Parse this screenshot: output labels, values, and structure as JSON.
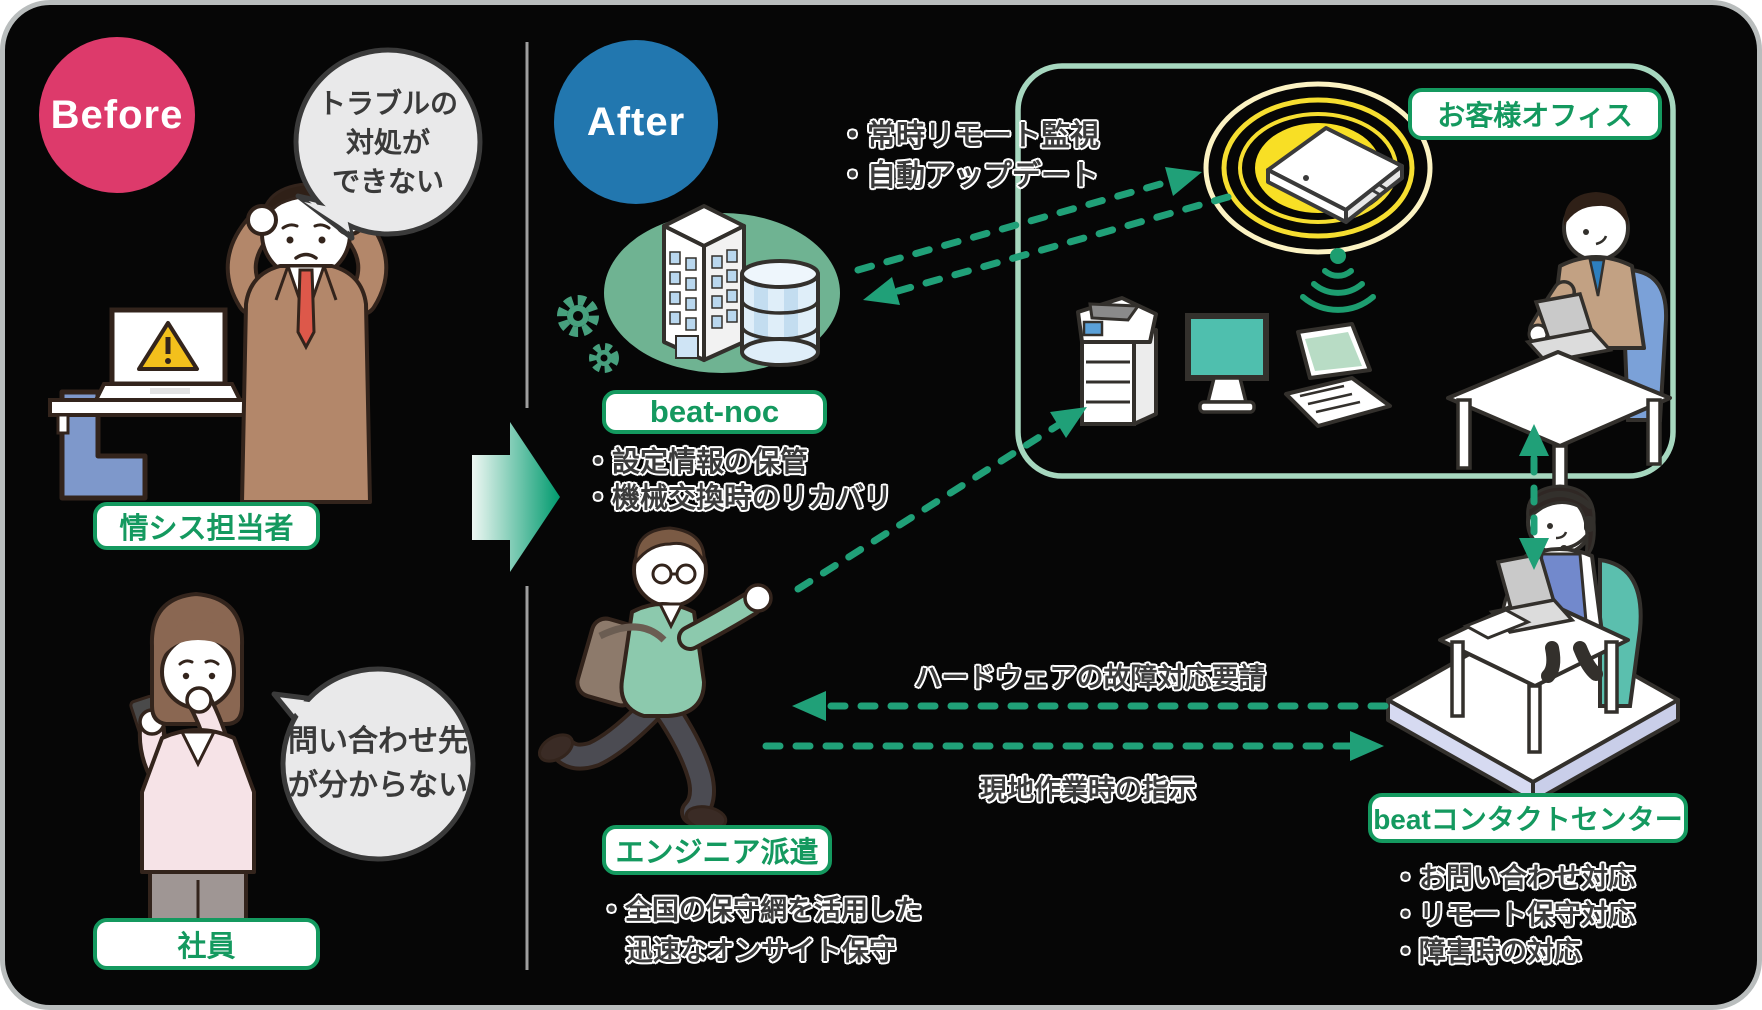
{
  "title_badges": {
    "before": "Before",
    "after": "After"
  },
  "before": {
    "it_staff_bubble": [
      "トラブルの",
      "対処が",
      "できない"
    ],
    "it_staff_label": "情シス担当者",
    "employee_bubble": [
      "問い合わせ先",
      "が分からない"
    ],
    "employee_label": "社員"
  },
  "after": {
    "beat_noc_label": "beat-noc",
    "beat_noc_bullets": [
      "・設定情報の保管",
      "・機械交換時のリカバリ"
    ],
    "monitoring_notes": [
      "・常時リモート監視",
      "・自動アップデート"
    ],
    "customer_office_label": "お客様オフィス",
    "engineer_label": "エンジニア派遣",
    "engineer_bullets": [
      "・全国の保守網を活用した",
      "迅速なオンサイト保守"
    ],
    "contact_center_label": "beatコンタクトセンター",
    "contact_center_bullets": [
      "・お問い合わせ対応",
      "・リモート保守対応",
      "・障害時の対応"
    ],
    "arrow_labels": {
      "hardware_request": "ハードウェアの故障対応要請",
      "onsite_instruction": "現地作業時の指示"
    }
  },
  "colors": {
    "background": "#060606",
    "frame_border": "#b9bdbd",
    "badge_pink": "#dd3a6b",
    "badge_blue": "#2277af",
    "accent_green": "#14995f",
    "dash_green": "#20a078",
    "office_box_border": "#a6d7bf",
    "ellipse_green": "#6fb392",
    "router_yellow": "#f8df25",
    "ring_cream": "#fcf3c3",
    "warning_yellow": "#f3c01c",
    "text_dark": "#3b3b3b"
  },
  "icons": {
    "warning-icon": "triangle-exclamation",
    "gear-icon": "cog",
    "database-icon": "cylinder",
    "wifi-icon": "signal-arcs",
    "router-signal-rings": "concentric-ellipses"
  }
}
